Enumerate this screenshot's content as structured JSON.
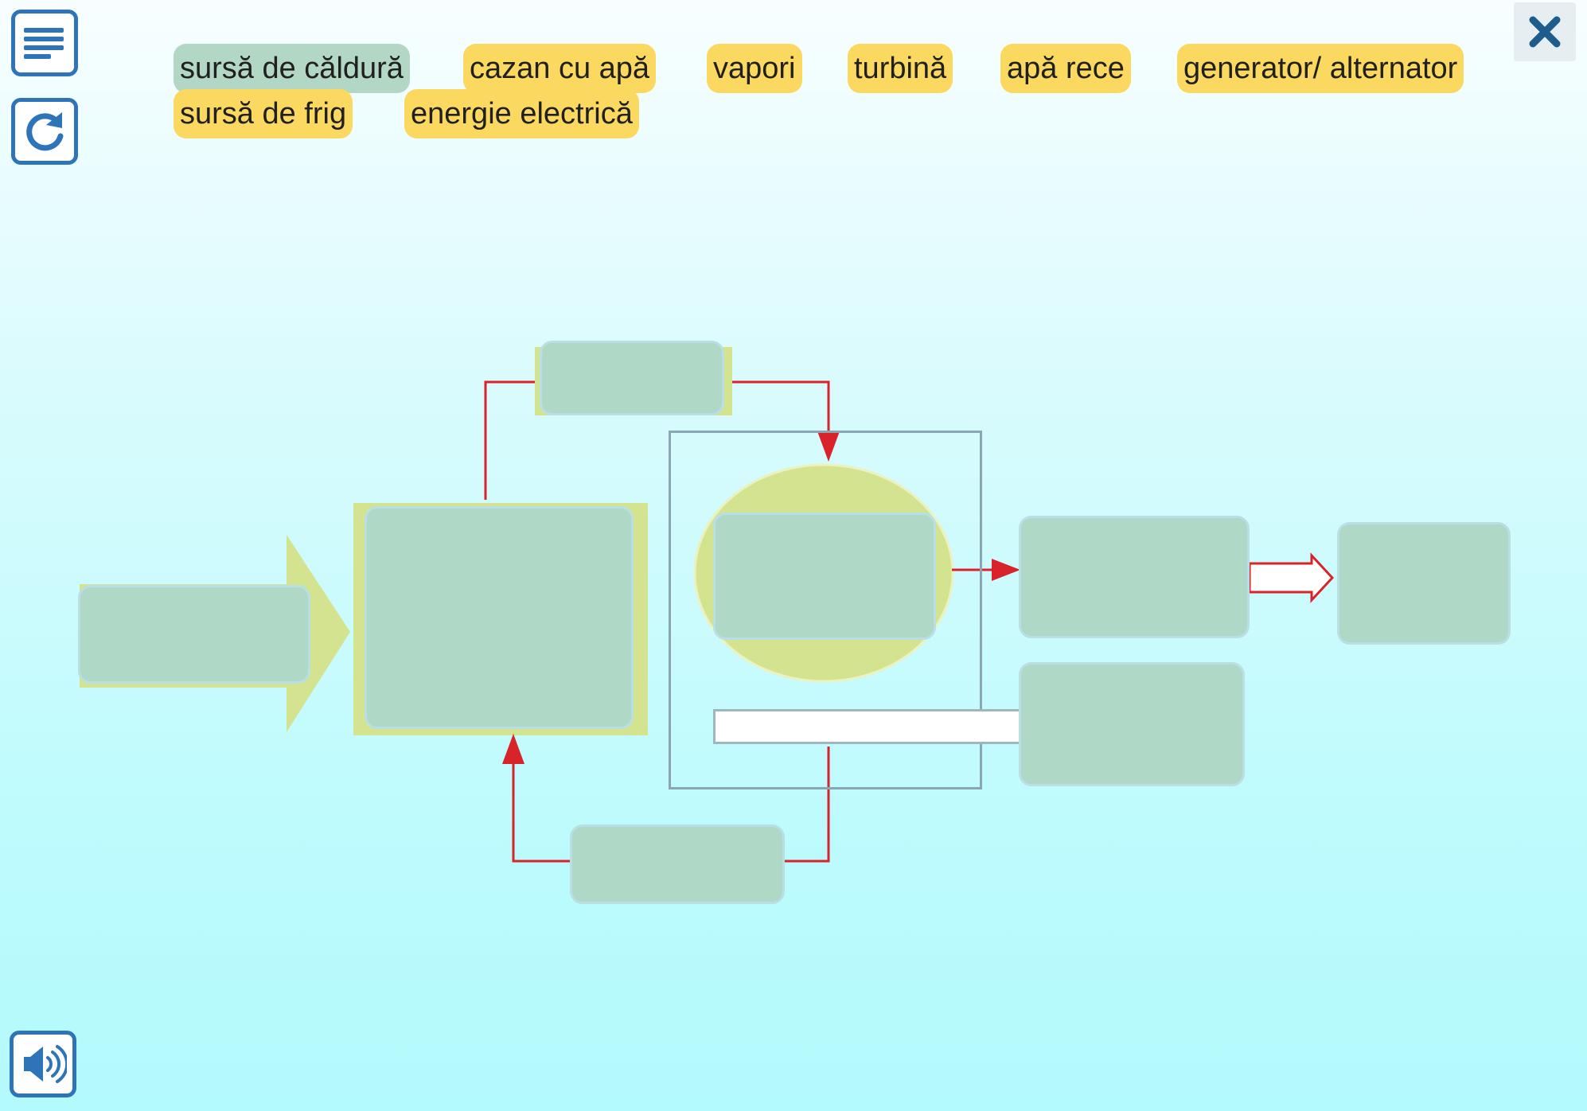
{
  "toolbar": {
    "menu_icon": "text-lines-icon",
    "reset_icon": "refresh-icon",
    "audio_icon": "speaker-icon",
    "close_icon": "close-icon"
  },
  "word_bank": [
    {
      "label": "sursă de căldură",
      "state": "used"
    },
    {
      "label": "cazan cu apă",
      "state": "available"
    },
    {
      "label": "vapori",
      "state": "available"
    },
    {
      "label": "turbină",
      "state": "available"
    },
    {
      "label": "apă rece",
      "state": "available"
    },
    {
      "label": "generator/ alternator",
      "state": "available"
    },
    {
      "label": "sursă de frig",
      "state": "available"
    },
    {
      "label": "energie electrică",
      "state": "available"
    }
  ],
  "colors": {
    "accent_blue": "#2d74b8",
    "close_x": "#1e5c8e",
    "chip_yellow": "#fbd860",
    "chip_used": "#b3d7c5",
    "slot_green": "#afd8c6",
    "shape_lime": "#d3e390",
    "arrow_red": "#d8232a"
  }
}
